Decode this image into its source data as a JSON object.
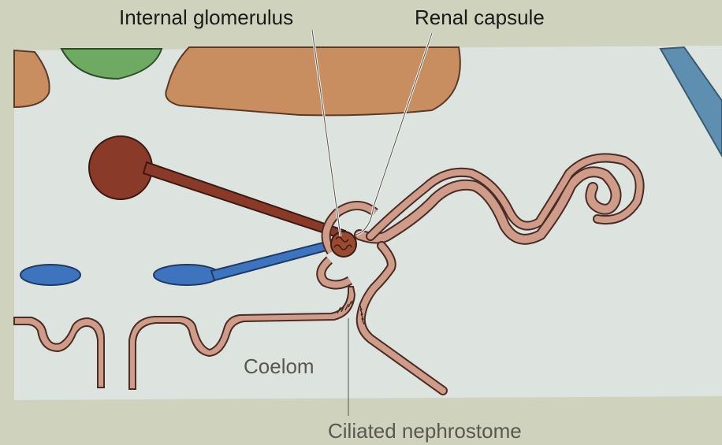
{
  "labels": {
    "internal_glomerulus": "Internal glomerulus",
    "renal_capsule": "Renal capsule",
    "coelom": "Coelom",
    "ciliated_nephrostome": "Ciliated nephrostome"
  },
  "colors": {
    "page_background": "#cfd3bd",
    "panel_background": "#dde3de",
    "dorsal_tissue": "#c98e5f",
    "notochord_green": "#6faa63",
    "artery": "#8a3a28",
    "vein": "#3d74bd",
    "duct_wall": "#cf9c8a",
    "duct_outline": "#4a2b25",
    "vessel_edge_blue": "#5f8fb0"
  }
}
